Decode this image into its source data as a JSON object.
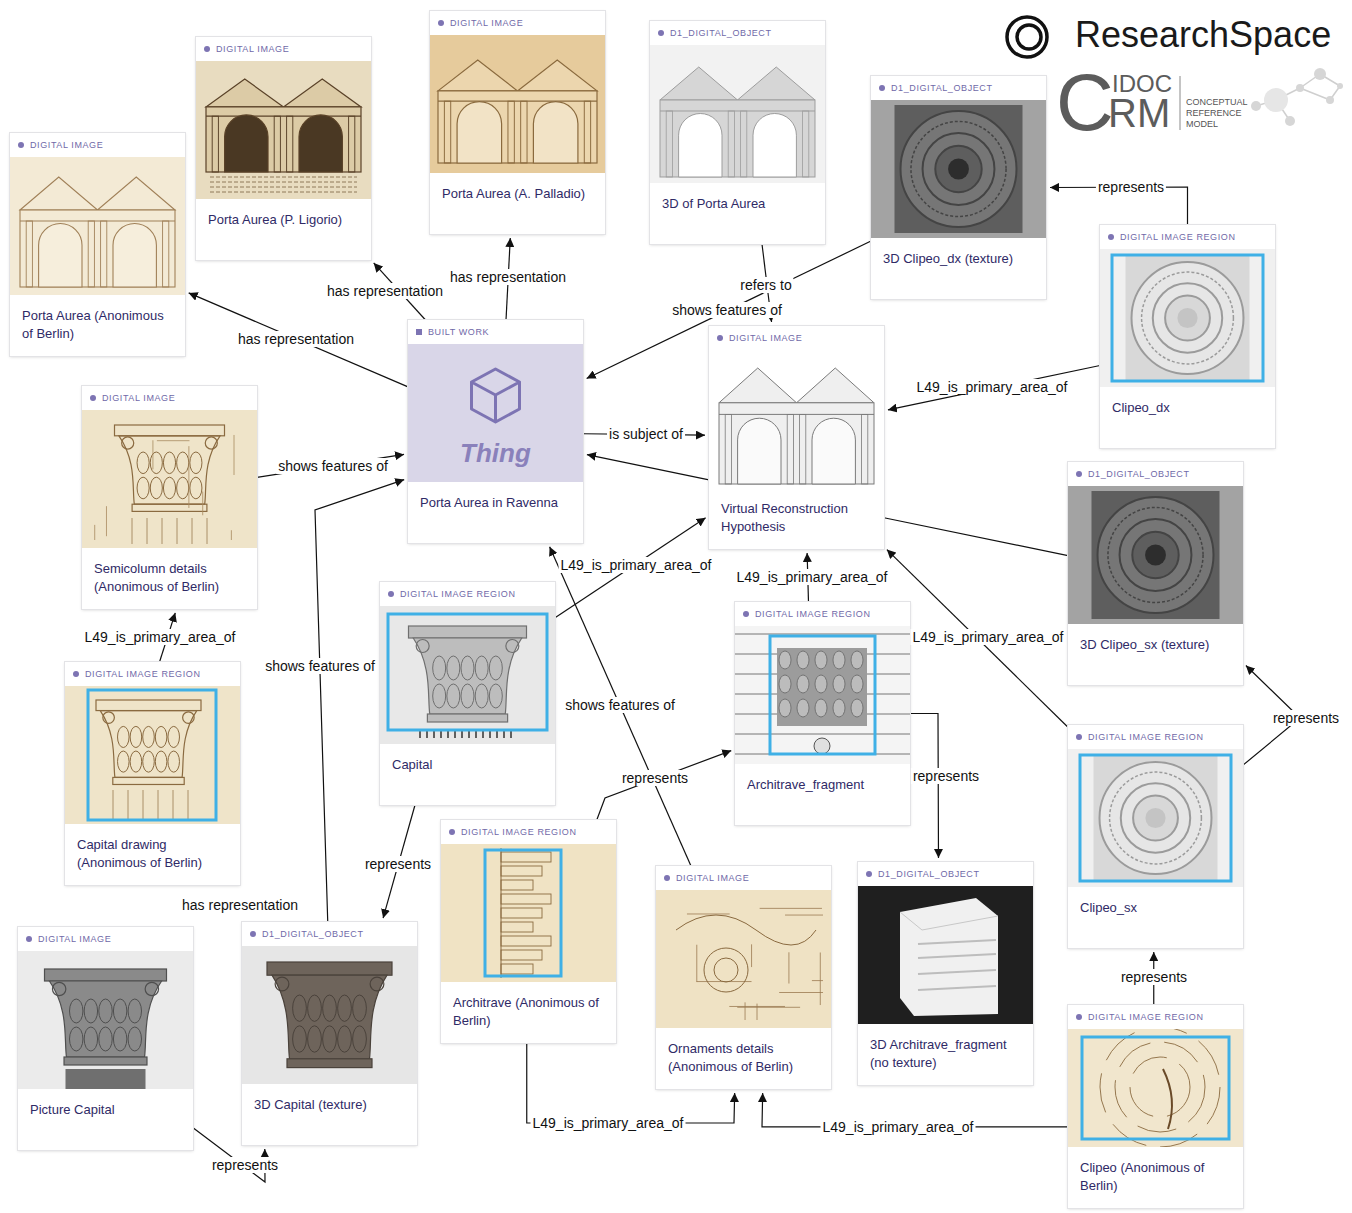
{
  "diagram": {
    "nodes": [
      {
        "text": [
          "DIGITAL IMAGE",
          "Porta Aurea (Anonimous of Berlin)"
        ]
      },
      {
        "text": [
          "DIGITAL IMAGE",
          "Porta Aurea (P. Ligorio)"
        ]
      },
      {
        "text": [
          "DIGITAL IMAGE",
          "Porta Aurea (A. Palladio)"
        ]
      },
      {
        "text": [
          "D1_DIGITAL_OBJECT",
          "3D of Porta Aurea"
        ]
      },
      {
        "text": [
          "D1_DIGITAL_OBJECT",
          "3D Clipeo_dx (texture)"
        ]
      },
      {
        "text": [
          "BUILT WORK",
          "Thing",
          "Porta Aurea in Ravenna"
        ]
      },
      {
        "text": [
          "DIGITAL IMAGE",
          "Virtual Reconstruction Hypothesis"
        ]
      },
      {
        "text": [
          "DIGITAL IMAGE REGION",
          "Clipeo_dx"
        ]
      },
      {
        "text": [
          "DIGITAL IMAGE",
          "Semicolumn details (Anonimous of Berlin)"
        ]
      },
      {
        "text": [
          "D1_DIGITAL_OBJECT",
          "3D Clipeo_sx (texture)"
        ]
      },
      {
        "text": [
          "DIGITAL IMAGE REGION",
          "Capital"
        ]
      },
      {
        "text": [
          "DIGITAL IMAGE REGION",
          "Architrave_fragment"
        ]
      },
      {
        "text": [
          "DIGITAL IMAGE REGION",
          "Capital drawing (Anonimous of Berlin)"
        ]
      },
      {
        "text": [
          "DIGITAL IMAGE REGION",
          "Clipeo_sx"
        ]
      },
      {
        "text": [
          "DIGITAL IMAGE REGION",
          "Architrave (Anonimous of Berlin)"
        ]
      },
      {
        "text": [
          "DIGITAL IMAGE",
          "Ornaments details (Anonimous of Berlin)"
        ]
      },
      {
        "text": [
          "D1_DIGITAL_OBJECT",
          "3D Architrave_fragment (no texture)"
        ]
      },
      {
        "text": [
          "DIGITAL IMAGE",
          "Picture Capital"
        ]
      },
      {
        "text": [
          "D1_DIGITAL_OBJECT",
          "3D Capital (texture)"
        ]
      },
      {
        "text": [
          "DIGITAL IMAGE REGION",
          "Clipeo (Anonimous of Berlin)"
        ]
      }
    ],
    "edges": [
      {
        "from": 5,
        "to": 0,
        "label": "has representation",
        "arrow": "to"
      },
      {
        "from": 5,
        "to": 1,
        "label": "has representation",
        "arrow": "to"
      },
      {
        "from": 5,
        "to": 2,
        "label": "has representation",
        "arrow": "to"
      },
      {
        "from": 3,
        "to": 6,
        "label": "refers to",
        "arrow": "to"
      },
      {
        "from": 4,
        "to": 5,
        "label": "shows features of",
        "arrow": "to"
      },
      {
        "from": 7,
        "to": 4,
        "label": "represents",
        "arrow": "to"
      },
      {
        "from": 5,
        "to": 6,
        "label": "is subject of",
        "arrow": "to"
      },
      {
        "from": 6,
        "to": 5,
        "arrow": "to"
      },
      {
        "from": 7,
        "to": 6,
        "label": "L49_is_primary_area_of",
        "arrow": "to"
      },
      {
        "from": 8,
        "to": 5,
        "label": "shows features of",
        "arrow": "to"
      },
      {
        "from": 12,
        "to": 8,
        "label": "L49_is_primary_area_of",
        "arrow": "to"
      },
      {
        "from": 18,
        "to": 5,
        "label": "shows features of",
        "arrow": "to"
      },
      {
        "from": 10,
        "to": 6,
        "label": "L49_is_primary_area_of",
        "arrow": "to"
      },
      {
        "from": 11,
        "to": 6,
        "label": "L49_is_primary_area_of",
        "arrow": "to"
      },
      {
        "from": 10,
        "to": 18,
        "label": "represents",
        "arrow": "to"
      },
      {
        "from": 14,
        "to": 11,
        "label": "represents",
        "arrow": "to"
      },
      {
        "from": 11,
        "to": 16,
        "label": "represents",
        "arrow": "to"
      },
      {
        "from": 15,
        "to": 5,
        "label": "shows features of",
        "arrow": "to"
      },
      {
        "from": 14,
        "to": 15,
        "label": "L49_is_primary_area_of",
        "arrow": "to"
      },
      {
        "from": 19,
        "to": 15,
        "label": "L49_is_primary_area_of",
        "arrow": "to"
      },
      {
        "from": 19,
        "to": 13,
        "label": "represents",
        "arrow": "to"
      },
      {
        "from": 13,
        "to": 9,
        "label": "represents",
        "arrow": "to"
      },
      {
        "from": 13,
        "to": 6,
        "label": "L49_is_primary_area_of",
        "arrow": "to"
      },
      {
        "from": 9,
        "to": 6,
        "arrow": "none"
      },
      {
        "from": 17,
        "to": 18,
        "label": "represents",
        "arrow": "to"
      }
    ],
    "labels": [
      "ResearchSpace",
      "C",
      "IDOC",
      "RM",
      "CONCEPTUAL REFERENCE MODEL",
      "has representation"
    ]
  }
}
